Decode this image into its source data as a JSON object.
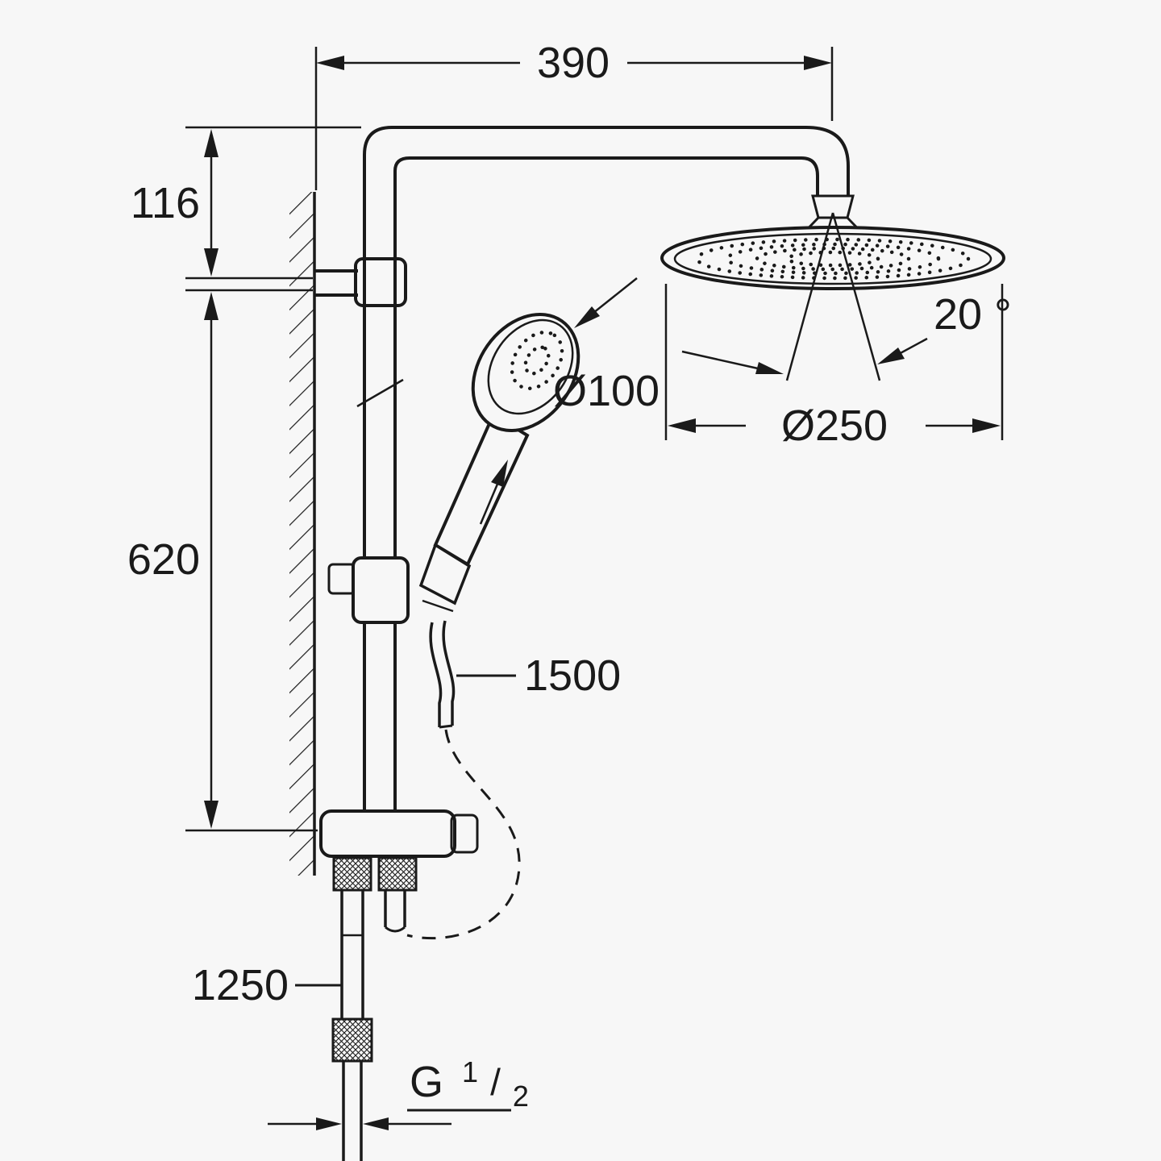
{
  "title": "Shower system dimensional drawing",
  "colors": {
    "background": "#f7f7f7",
    "line": "#1a1a1a"
  },
  "dimensions": {
    "arm_reach": "390",
    "top_offset": "116",
    "rail_length": "620",
    "hand_shower_diameter": "Ø100",
    "head_shower_diameter": "Ø250",
    "head_spray_angle": "20 °",
    "shower_hose_length": "1500",
    "supply_hose_length": "1250",
    "thread": {
      "prefix": "G",
      "numerator": "1",
      "slash": "/",
      "denominator": "2"
    }
  }
}
